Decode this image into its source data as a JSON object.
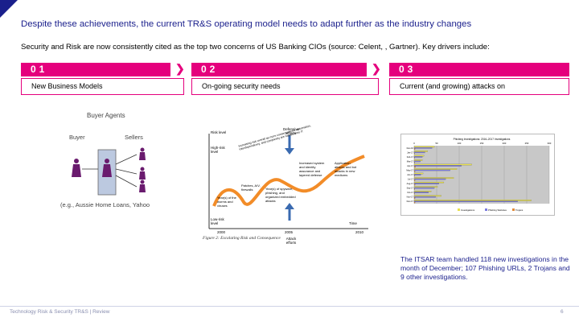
{
  "header": {
    "title": "Despite these achievements, the current TR&S operating model needs to adapt further as the industry changes",
    "subtitle": "Security and Risk are now consistently cited as the top two concerns of US Banking CIOs (source: Celent, , Gartner). Key drivers include:"
  },
  "drivers": [
    {
      "number": "01",
      "label": "New Business Models"
    },
    {
      "number": "02",
      "label": "On-going security needs"
    },
    {
      "number": "03",
      "label": "Current (and growing) attacks on"
    }
  ],
  "buyer_agents": {
    "title": "Buyer Agents",
    "buyer_label": "Buyer",
    "sellers_label": "Sellers",
    "caption": "(e.g., Aussie Home Loans, Yahoo"
  },
  "risk_figure": {
    "y_top": "Risk level",
    "y_high": "High-risk level",
    "y_low": "Low-risk level",
    "x_axis": "Time",
    "years": [
      "2000",
      "2005",
      "2010"
    ],
    "defensive": "Defensive efforts",
    "attack": "Attack efforts",
    "stage1": "Year(s) of the worms and viruses",
    "stage2": "Patches, A/V, firewalls",
    "stage3": "Year(s) of spyware, phishing, and organized embedded attacks",
    "stage4": "Increased system and identity assurance and layered defense",
    "stage5": "Application attacks and bot attacks in new mediums",
    "diagonal": "Increasing risk overall as more consequences, automation, interdependency, and complexity are loaded onto IT",
    "caption": "Figure 2: Escalating Risk and Consequence"
  },
  "chart_data": {
    "type": "bar",
    "title": "Phishing Investigations: 2016–2017 Investigations",
    "categories": [
      "Dec-16",
      "Jan-17",
      "Feb-17",
      "Mar-17",
      "Apr-17",
      "May-17",
      "Jun-17",
      "Jul-17",
      "Aug-17",
      "Sep-17",
      "Oct-17",
      "Nov-17",
      "Dec-17"
    ],
    "xlim": [
      0,
      300
    ],
    "ticks": [
      "0",
      "50",
      "100",
      "150",
      "200",
      "250",
      "300"
    ],
    "series": [
      {
        "name": "Investigations",
        "values": [
          45,
          30,
          22,
          18,
          128,
          95,
          20,
          88,
          66,
          52,
          38,
          60,
          260
        ]
      },
      {
        "name": "Phishing Websites",
        "values": [
          40,
          24,
          18,
          14,
          105,
          80,
          15,
          70,
          55,
          45,
          32,
          48,
          230
        ]
      },
      {
        "name": "Trojans",
        "values": [
          2,
          1,
          1,
          1,
          3,
          2,
          1,
          2,
          2,
          1,
          1,
          2,
          2
        ]
      }
    ],
    "legend_position": "bottom"
  },
  "note": "The ITSAR team handled 118 new investigations in the month of December; 107 Phishing URLs, 2 Trojans and 9 other investigations.",
  "footer": {
    "text": "Technology Risk & Security TR&S | Review",
    "page": "6"
  },
  "colors": {
    "brand": "#1a1f8c",
    "accent": "#e5007d"
  }
}
